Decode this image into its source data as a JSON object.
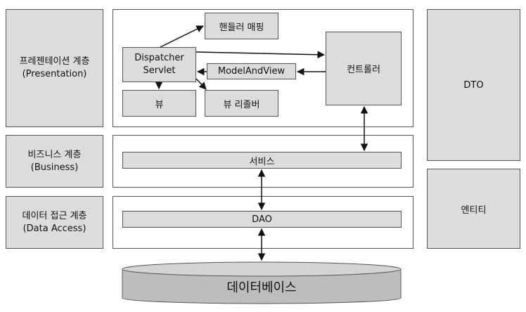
{
  "layers": {
    "presentation": "프레젠테이션 계층\n(Presentation)",
    "business": "비즈니스 계층\n(Business)",
    "data_access": "데이터 접근 계층\n(Data Access)"
  },
  "presentation": {
    "dispatcher": "Dispatcher\nServlet",
    "handler_mapping": "핸들러 매핑",
    "model_and_view": "ModelAndView",
    "controller": "컨트롤러",
    "view": "뷰",
    "view_resolver": "뷰 리졸버"
  },
  "business": {
    "service": "서비스"
  },
  "data_access": {
    "dao": "DAO"
  },
  "side": {
    "dto": "DTO",
    "entity": "엔티티"
  },
  "database": "데이터베이스"
}
